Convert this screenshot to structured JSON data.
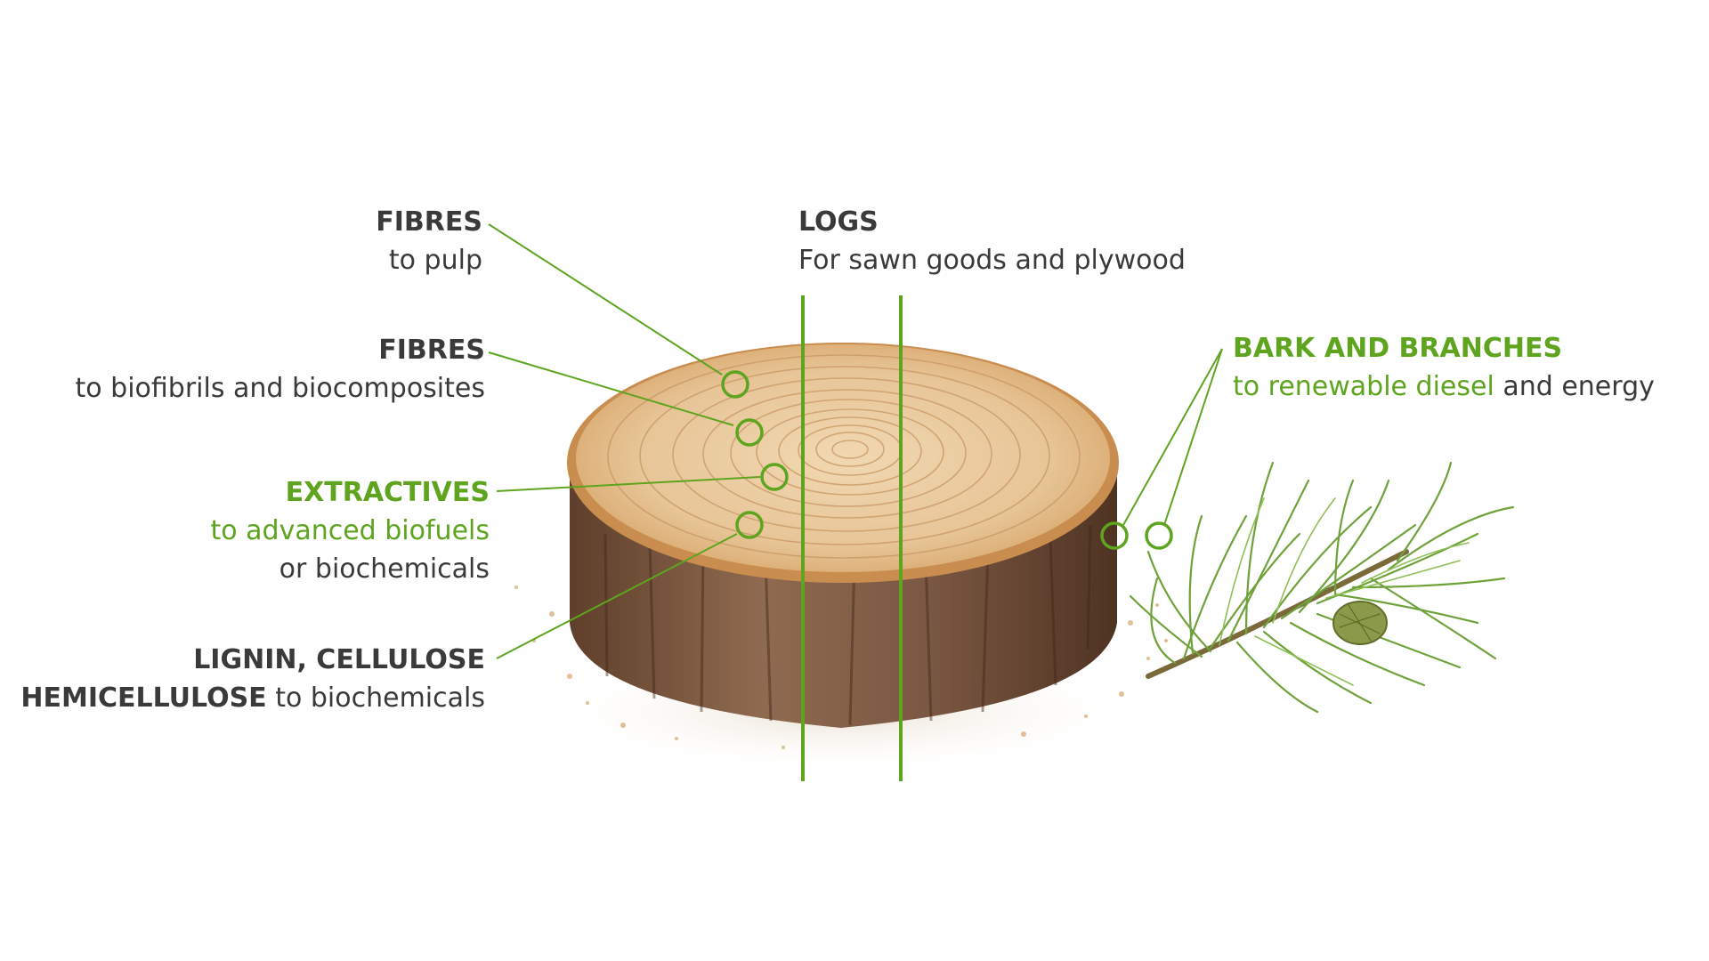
{
  "colors": {
    "accent": "#5ea41f",
    "text": "#3a3a3a",
    "wood": "#e9c89c",
    "bark": "#7a5640"
  },
  "labels": {
    "fibres_pulp": {
      "title": "FIBRES",
      "desc": "to pulp"
    },
    "fibres_bio": {
      "title": "FIBRES",
      "desc": "to biofibrils and biocomposites"
    },
    "extractives": {
      "title": "EXTRACTIVES",
      "desc_green": "to advanced biofuels",
      "desc_dark": "or biochemicals"
    },
    "lignin": {
      "title1": "LIGNIN, CELLULOSE",
      "title2": "HEMICELLULOSE",
      "desc": "to biochemicals"
    },
    "logs": {
      "title": "LOGS",
      "desc": "For sawn goods and plywood"
    },
    "bark": {
      "title": "BARK AND BRANCHES",
      "desc_green": "to renewable diesel",
      "desc_dark": "and energy"
    }
  },
  "icons": [
    "wood-slice-icon",
    "pine-branch-icon",
    "marker-circle-icon"
  ]
}
